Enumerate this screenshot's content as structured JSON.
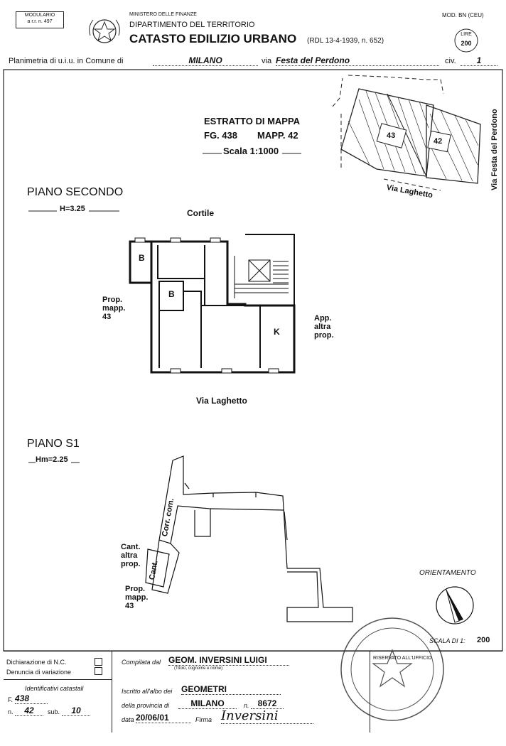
{
  "header": {
    "modulario_line1": "MODULARIO",
    "modulario_line2": "a r.r. n. 497",
    "ministry": "MINISTERO DELLE FINANZE",
    "department": "DIPARTIMENTO DEL TERRITORIO",
    "catasto": "CATASTO EDILIZIO URBANO",
    "rdl": "(RDL 13-4-1939, n. 652)",
    "mod": "MOD. BN (CEU)",
    "lire_label": "LIRE",
    "lire_value": "200"
  },
  "planimetria": {
    "prefix": "Planimetria di u.i.u. in Comune di",
    "comune": "MILANO",
    "via_label": "via",
    "via": "Festa del Perdono",
    "civ_label": "civ.",
    "civ": "1"
  },
  "estratto": {
    "title": "ESTRATTO DI MAPPA",
    "fg": "FG. 438",
    "mapp": "MAPP. 42",
    "scala": "Scala 1:1000"
  },
  "map_labels": {
    "parcel_43": "43",
    "parcel_42": "42",
    "via_laghetto": "Via Laghetto",
    "via_festa": "Via Festa del Perdono"
  },
  "piano_secondo": {
    "title": "PIANO SECONDO",
    "height": "H=3.25",
    "cortile": "Cortile",
    "room_b1": "B",
    "room_b2": "B",
    "room_k": "K",
    "prop_line1": "Prop.",
    "prop_line2": "mapp.",
    "prop_line3": "43",
    "app_line1": "App.",
    "app_line2": "altra",
    "app_line3": "prop.",
    "via_laghetto": "Via Laghetto"
  },
  "piano_s1": {
    "title": "PIANO S1",
    "height": "Hm=2.25",
    "corr": "Corr. com.",
    "cant": "Cant.",
    "cant_altra_1": "Cant.",
    "cant_altra_2": "altra",
    "cant_altra_3": "prop.",
    "prop_line1": "Prop.",
    "prop_line2": "mapp.",
    "prop_line3": "43"
  },
  "orientamento": "ORIENTAMENTO",
  "scala_label": "SCALA DI 1:",
  "scala_value": "200",
  "footer": {
    "dichiarazione": "Dichiarazione di N.C.",
    "denuncia": "Denuncia di variazione",
    "identificativi": "Identificativi catastali",
    "f_label": "F.",
    "f_value": "438",
    "n_label": "n.",
    "n_value": "42",
    "sub_label": "sub.",
    "sub_value": "10",
    "compilata_label": "Compilata dal",
    "compilata_value": "GEOM. INVERSINI LUIGI",
    "titolo_hint": "(Titolo, cognome e nome)",
    "iscritto_label": "Iscritto all'albo dei",
    "iscritto_value": "GEOMETRI",
    "provincia_label": "della provincia di",
    "provincia_value": "MILANO",
    "num_label": "n.",
    "num_value": "8672",
    "data_label": "data",
    "data_value": "20/06/01",
    "firma_label": "Firma",
    "firma_value": "Inversini",
    "riservato": "RISERVATO ALL'UFFICIO"
  }
}
